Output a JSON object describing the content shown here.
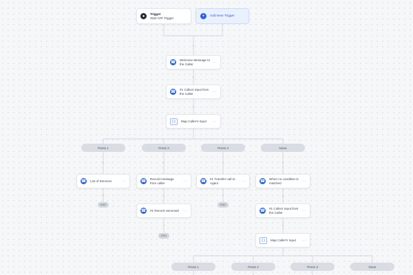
{
  "trigger": {
    "title": "Trigger",
    "subtitle": "Start IVR Trigger"
  },
  "add_trigger": {
    "label": "Add New Trigger"
  },
  "nodes": {
    "welcome": "Welcome Message to the Caller",
    "collect1": "#1 Collect Input from the Caller",
    "map1": "Map Caller's Input",
    "services": "List of Services",
    "record_msg": "Record message from caller",
    "transfer": "#1 Transfer call to Agent",
    "no_condition": "When no condition is matched",
    "record_voicemail": "#1 Record voicemail",
    "collect2": "#1 Collect Input from the Caller",
    "map2": "Map Caller's Input"
  },
  "branches": [
    "Press 1",
    "Press 2",
    "Press 3",
    "None"
  ],
  "branches2": [
    "Press 1",
    "Press 2",
    "Press 3",
    "None"
  ],
  "end_label": "END",
  "icons": {
    "phone": "phone-icon",
    "map": "braces-icon",
    "trigger": "trigger-icon",
    "menu": "more-icon",
    "add": "plus-icon"
  },
  "colors": {
    "accent": "#2b63d9",
    "pill": "#d9dde3"
  }
}
